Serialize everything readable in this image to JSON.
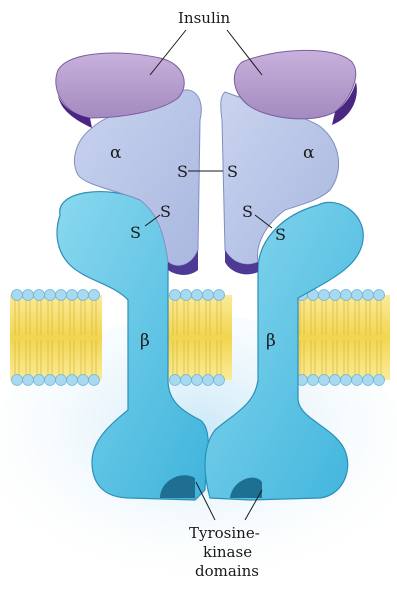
{
  "labels": {
    "insulin": "Insulin",
    "alpha": "α",
    "beta": "β",
    "disulfide": "S",
    "tk_line1": "Tyrosine-",
    "tk_line2": "kinase",
    "tk_line3": "domains"
  },
  "colors": {
    "insulin_fill": "#b59acb",
    "insulin_dark": "#5a2f8c",
    "alpha_fill": "#b9c6e6",
    "beta_fill": "#5dc6e4",
    "beta_edge": "#2c8fb8",
    "lipid_head": "#a9d9ef",
    "lipid_tail": "#f4dc68",
    "glow": "#d9eef9"
  }
}
